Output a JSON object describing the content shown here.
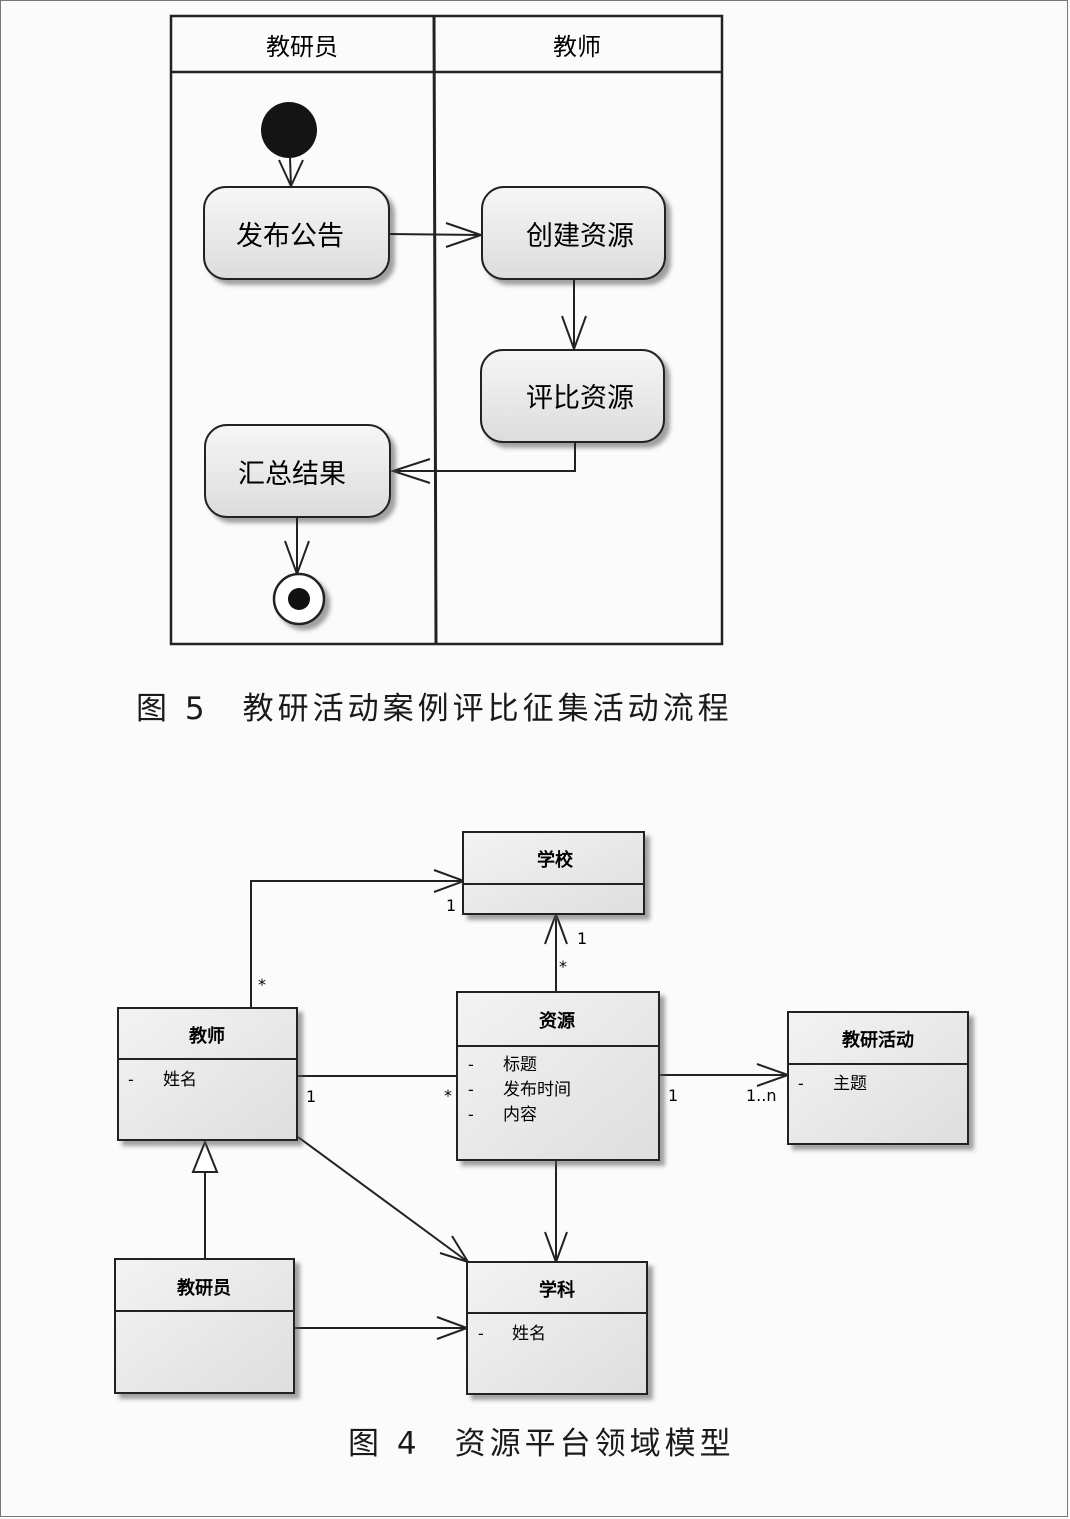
{
  "figure5": {
    "lanes": [
      "教研员",
      "教师"
    ],
    "activities": {
      "publish": "发布公告",
      "create": "创建资源",
      "evaluate": "评比资源",
      "summarize": "汇总结果"
    },
    "caption_number": "图 5",
    "caption_text": "教研活动案例评比征集活动流程"
  },
  "figure4": {
    "classes": {
      "school": {
        "name": "学校",
        "attrs": []
      },
      "teacher": {
        "name": "教师",
        "attrs": [
          {
            "vis": "-",
            "name": "姓名"
          }
        ]
      },
      "resource": {
        "name": "资源",
        "attrs": [
          {
            "vis": "-",
            "name": "标题"
          },
          {
            "vis": "-",
            "name": "发布时间"
          },
          {
            "vis": "-",
            "name": "内容"
          }
        ]
      },
      "activity": {
        "name": "教研活动",
        "attrs": [
          {
            "vis": "-",
            "name": "主题"
          }
        ]
      },
      "researcher": {
        "name": "教研员",
        "attrs": []
      },
      "subject": {
        "name": "学科",
        "attrs": [
          {
            "vis": "-",
            "name": "姓名"
          }
        ]
      }
    },
    "multiplicities": {
      "teacher_school_school_end": "1",
      "teacher_school_teacher_end": "*",
      "resource_school_school_end": "1",
      "resource_school_resource_end": "*",
      "teacher_resource_teacher_end": "1",
      "teacher_resource_resource_end": "*",
      "resource_activity_resource_end": "1",
      "resource_activity_activity_end": "1..n"
    },
    "caption_number": "图 4",
    "caption_text": "资源平台领域模型"
  }
}
